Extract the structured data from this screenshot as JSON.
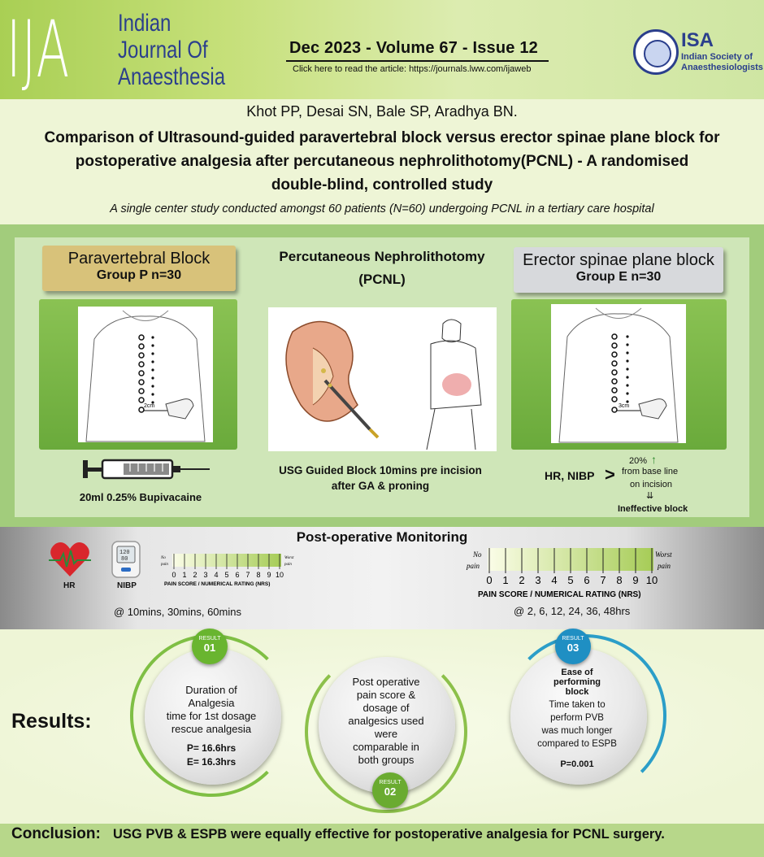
{
  "header": {
    "logo_abbr": "IJA",
    "journal_line1": "Indian",
    "journal_line2": "Journal Of",
    "journal_line3": "Anaesthesia",
    "issue": "Dec 2023 - Volume 67 - Issue 12",
    "read_link": "Click here to read the article: https://journals.lww.com/ijaweb",
    "society_abbr": "ISA",
    "society_name": "Indian Society of Anaesthesiologists"
  },
  "article": {
    "authors": "Khot PP, Desai SN, Bale SP, Aradhya BN.",
    "title_line1": "Comparison  of  Ultrasound-guided paravertebral block versus erector spinae plane block for",
    "title_line2": "postoperative analgesia after percutaneous nephrolithotomy(PCNL) - A randomised",
    "title_line3": "double-blind, controlled study",
    "subtitle": "A single center study conducted amongst 60 patients (N=60) undergoing PCNL in a tertiary care hospital"
  },
  "groups": {
    "p": {
      "name": "Paravertebral Block",
      "sub": "Group P  n=30",
      "marker": "2cm"
    },
    "e": {
      "name": "Erector spinae plane block",
      "sub": "Group E  n=30",
      "marker": "3cm"
    },
    "procedure_line1": "Percutaneous Nephrolithotomy",
    "procedure_line2": "(PCNL)",
    "dose": "20ml 0.25% Bupivacaine",
    "usg_line1": "USG Guided Block 10mins pre incision",
    "usg_line2": "after GA & proning",
    "hr_nibp": "HR, NIBP",
    "gt": ">",
    "pct": "20%",
    "up_arrow": "↑",
    "base": "from base line",
    "incision": "on incision",
    "down_arrows": "⇊",
    "ineffective": "Ineffective block"
  },
  "monitoring": {
    "title": "Post-operative Monitoring",
    "hr": "HR",
    "nibp": "NIBP",
    "times_a": "@ 10mins, 30mins, 60mins",
    "times_b": "@ 2, 6, 12, 24, 36, 48hrs",
    "scale_no": "No",
    "scale_pain": "pain",
    "scale_worst": "Worst",
    "scale_caption": "PAIN SCORE / NUMERICAL RATING (NRS)",
    "scale_ticks": [
      "0",
      "1",
      "2",
      "3",
      "4",
      "5",
      "6",
      "7",
      "8",
      "9",
      "10"
    ]
  },
  "results": {
    "label": "Results:",
    "badge_word": "RESULT",
    "r1": {
      "num": "01",
      "line1": "Duration of",
      "line2": "Analgesia",
      "line3": "time for 1st dosage",
      "line4": "rescue analgesia",
      "p": "P= 16.6hrs",
      "e": "E= 16.3hrs"
    },
    "r2": {
      "num": "02",
      "line1": "Post operative",
      "line2": "pain score &",
      "line3": "dosage of",
      "line4": "analgesics used",
      "line5": "were",
      "line6": "comparable in",
      "line7": "both groups"
    },
    "r3": {
      "num": "03",
      "head1": "Ease of",
      "head2": "performing",
      "head3": "block",
      "line1": "Time taken to",
      "line2": "perform PVB",
      "line3": "was much longer",
      "line4": "compared to ESPB",
      "pval": "P=0.001"
    }
  },
  "conclusion": {
    "label": "Conclusion:",
    "text": "USG PVB & ESPB were equally effective for postoperative analgesia for PCNL surgery."
  },
  "colors": {
    "brand_blue": "#2b3f8c",
    "green": "#7fbf44",
    "blue_ring": "#2b9ec8",
    "heart": "#d9262c"
  }
}
